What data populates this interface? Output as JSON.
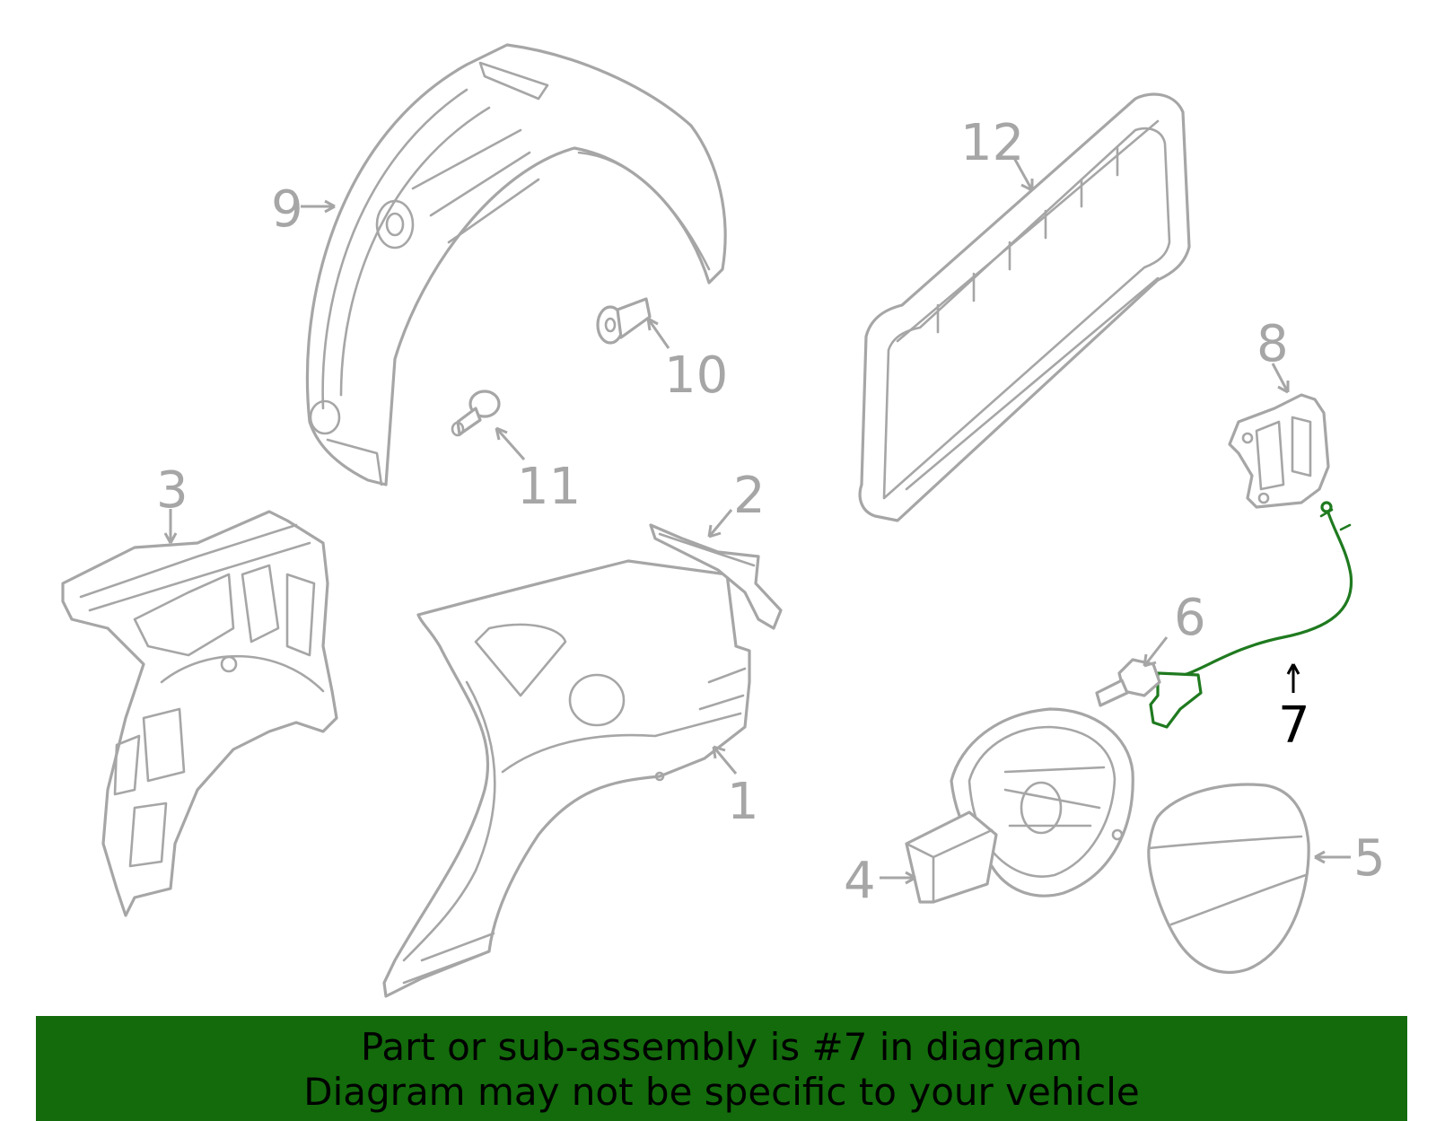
{
  "diagram": {
    "callouts": [
      {
        "id": "1",
        "label": "1"
      },
      {
        "id": "2",
        "label": "2"
      },
      {
        "id": "3",
        "label": "3"
      },
      {
        "id": "4",
        "label": "4"
      },
      {
        "id": "5",
        "label": "5"
      },
      {
        "id": "6",
        "label": "6"
      },
      {
        "id": "7",
        "label": "7"
      },
      {
        "id": "8",
        "label": "8"
      },
      {
        "id": "9",
        "label": "9"
      },
      {
        "id": "10",
        "label": "10"
      },
      {
        "id": "11",
        "label": "11"
      },
      {
        "id": "12",
        "label": "12"
      }
    ],
    "highlighted_part": "7",
    "colors": {
      "part_outline": "#a6a6a6",
      "highlight_part": "#1f7a1f",
      "highlight_callout": "#000000",
      "banner_background": "#136b0c"
    }
  },
  "banner": {
    "line1": "Part or sub-assembly is #7 in diagram",
    "line2": "Diagram may not be specific to your vehicle"
  }
}
